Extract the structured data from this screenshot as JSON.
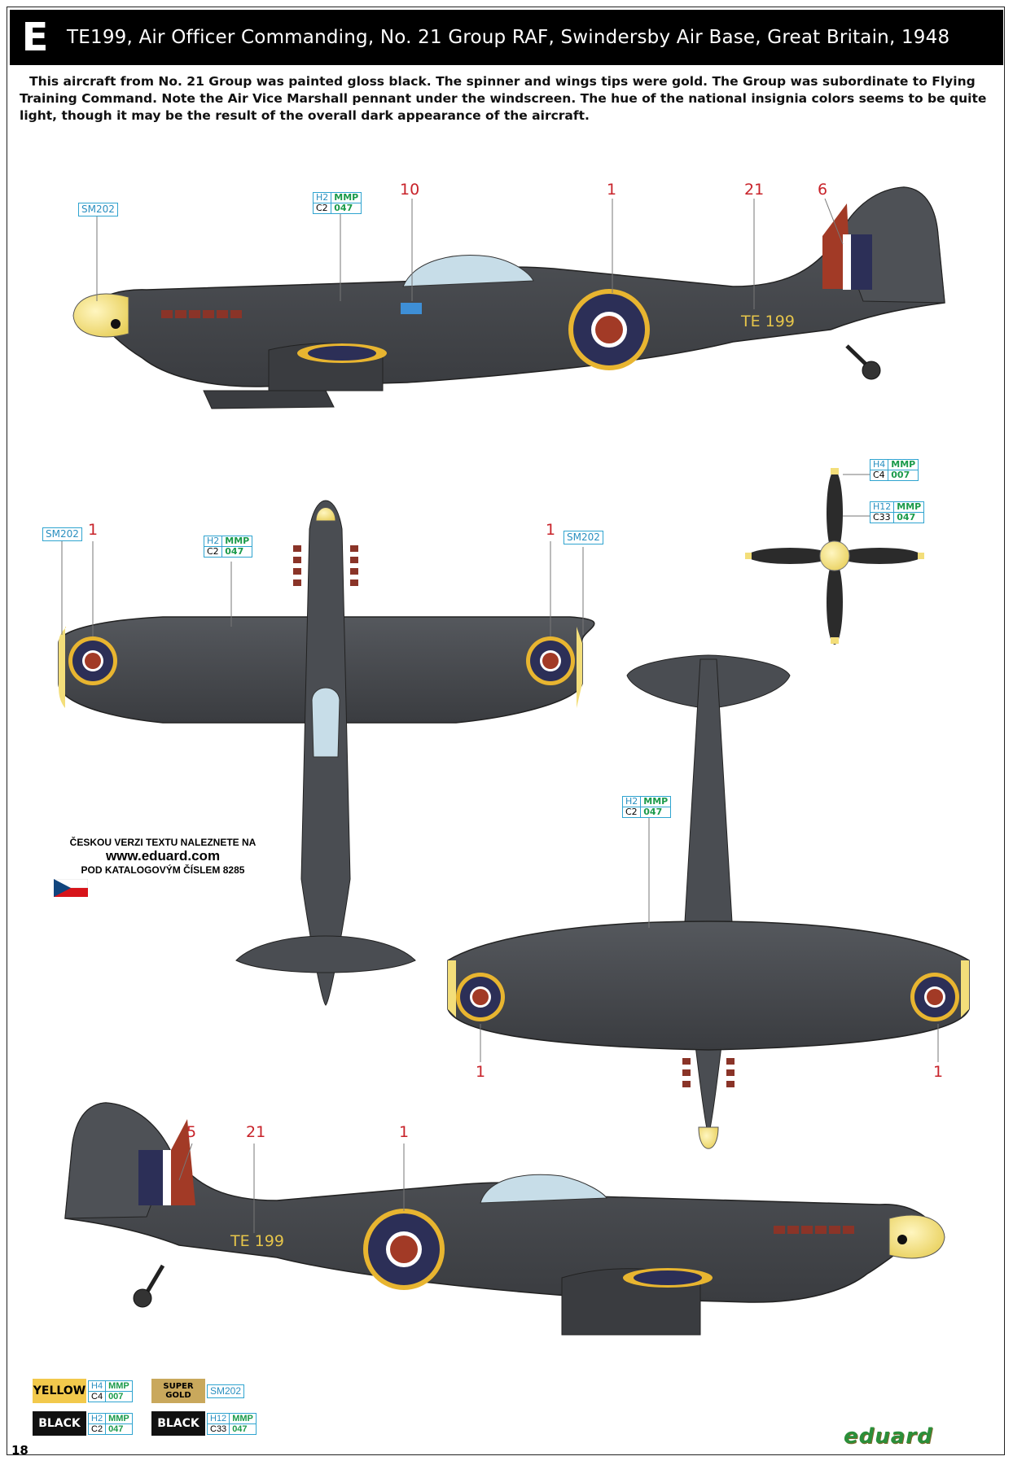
{
  "header": {
    "letter": "E",
    "title": "TE199, Air Officer Commanding, No. 21 Group RAF, Swindersby Air Base, Great Britain, 1948"
  },
  "description": "This aircraft from No. 21 Group was painted gloss black. The spinner and wings tips were gold. The Group was subordinate to Flying Training Command. Note the Air Vice Marshall pennant under the windscreen. The hue of the national insignia colors seems to be quite light, though it may be the result of the overall dark appearance of the aircraft.",
  "callouts": {
    "sm202": "SM202",
    "black_h": "H2",
    "black_m": "MMP",
    "black_c": "C2",
    "black_n": "047",
    "prop_h": "H4",
    "prop_m": "MMP",
    "prop_c": "C4",
    "prop_n": "007",
    "prop2_h": "H12",
    "prop2_m": "MMP",
    "prop2_c": "C33",
    "prop2_n": "047"
  },
  "markers": {
    "m10": "10",
    "m1": "1",
    "m21": "21",
    "m6": "6",
    "m5": "5"
  },
  "serial": "TE 199",
  "czech_note": {
    "line1": "ČESKOU VERZI TEXTU NALEZNETE NA",
    "line2": "www.eduard.com",
    "line3": "POD KATALOGOVÝM ČÍSLEM 8285"
  },
  "legend": {
    "yellow_label": "YELLOW",
    "yellow_h": "H4",
    "yellow_m": "MMP",
    "yellow_c": "C4",
    "yellow_n": "007",
    "gold_label_1": "SUPER",
    "gold_label_2": "GOLD",
    "gold_code": "SM202",
    "black1_label": "BLACK",
    "black1_h": "H2",
    "black1_m": "MMP",
    "black1_c": "C2",
    "black1_n": "047",
    "black2_label": "BLACK",
    "black2_h": "H12",
    "black2_m": "MMP",
    "black2_c": "C33",
    "black2_n": "047"
  },
  "page_number": "18",
  "brand": "eduard",
  "colors": {
    "aircraft": "#4a4d52",
    "aircraft_dark": "#2e3033",
    "gold": "#f3de7a",
    "roundel_blue": "#2c2f57",
    "roundel_red": "#a23a26",
    "roundel_yellow": "#e8b530",
    "callout_blue": "#2fa4d0",
    "callout_green": "#1a9a4a",
    "marker_red": "#c8232a"
  }
}
